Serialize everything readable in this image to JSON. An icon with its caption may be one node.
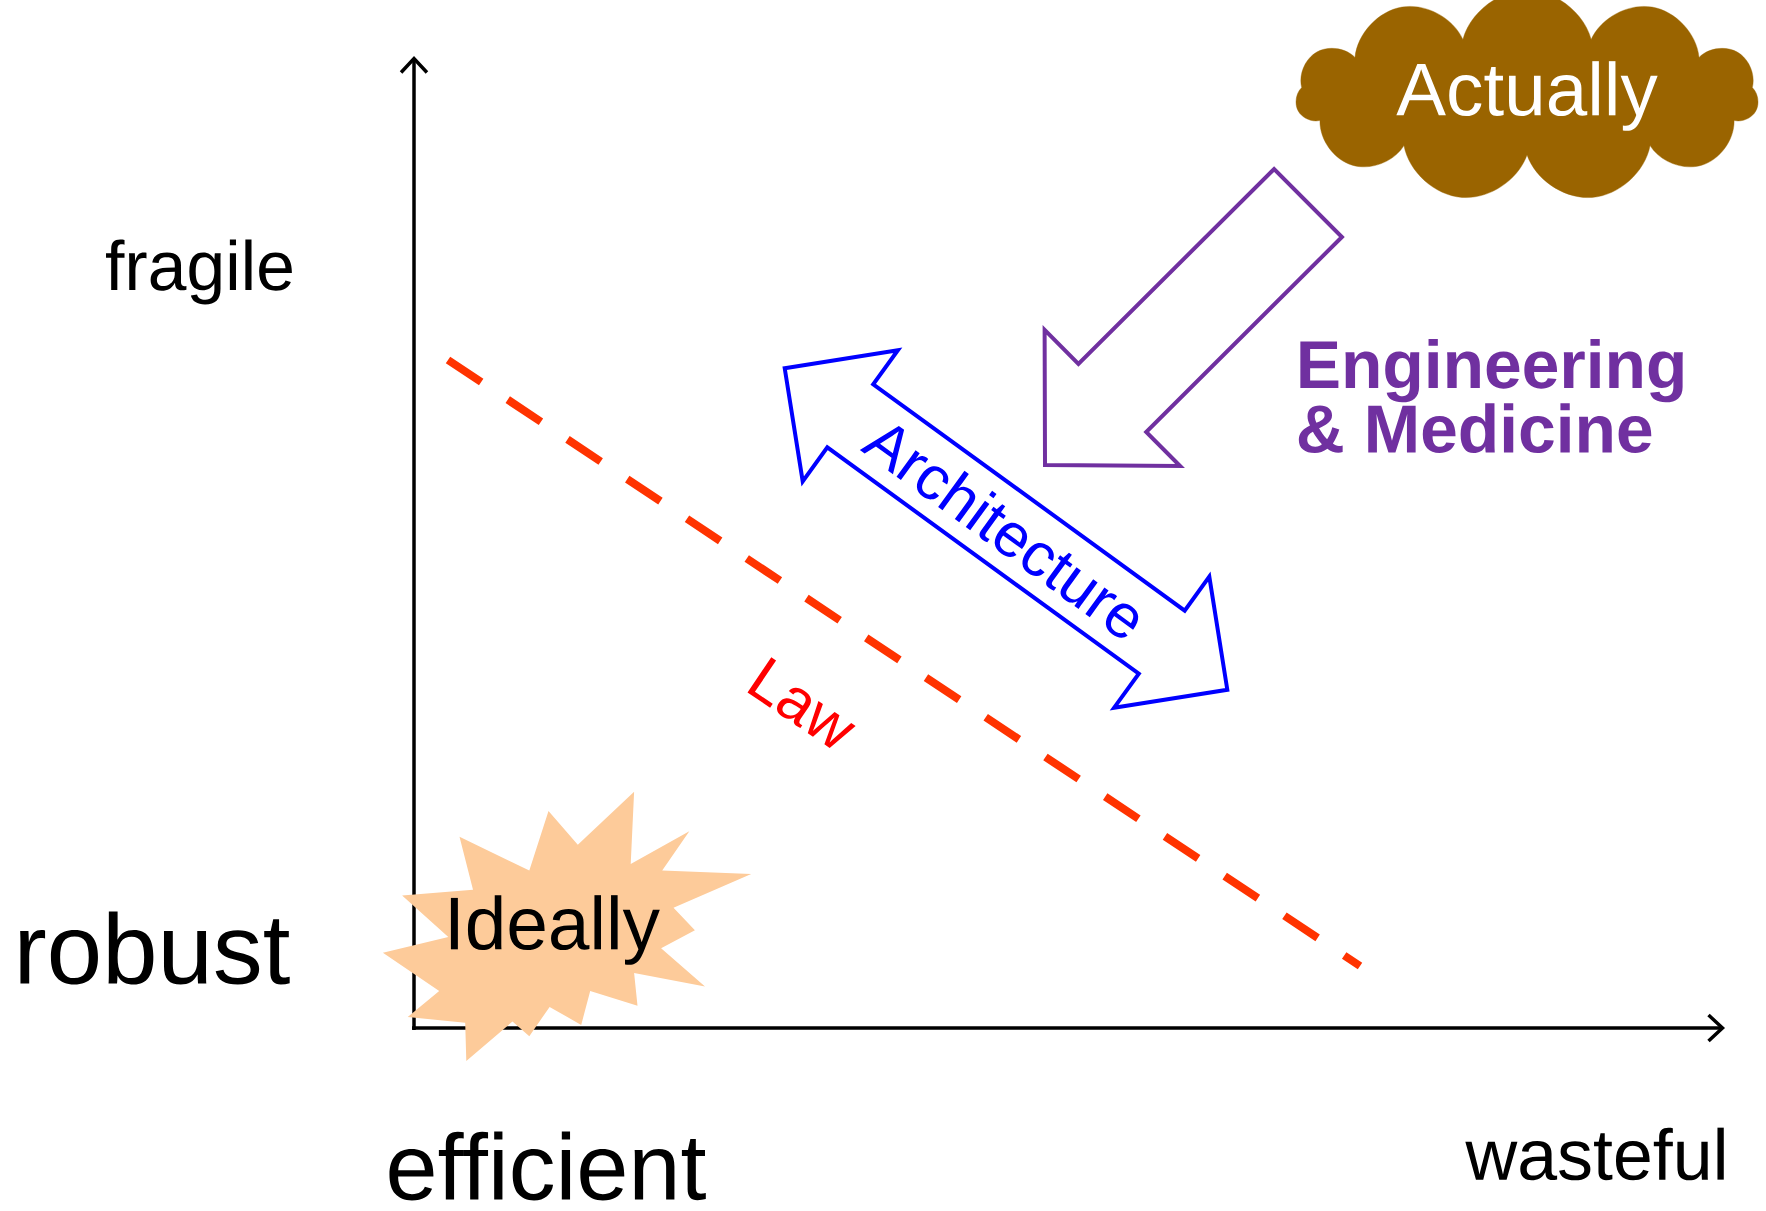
{
  "diagram": {
    "nodes": [
      {
        "text": [
          "Actually"
        ]
      },
      {
        "text": [
          "Architecture"
        ]
      },
      {
        "text": [
          "Ideally"
        ]
      }
    ],
    "edges": [
      {
        "from": 0,
        "to": 1,
        "arrow": "to",
        "color": "#7030a0",
        "label": "Engineering & Medicine"
      }
    ],
    "labels": [
      "fragile",
      "robust",
      "efficient",
      "wasteful",
      "Law"
    ]
  }
}
